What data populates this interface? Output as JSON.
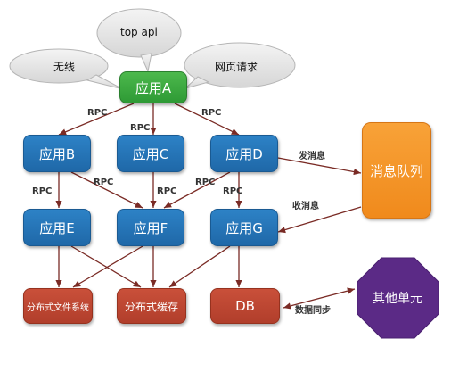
{
  "nodes": {
    "app_a": "应用A",
    "app_b": "应用B",
    "app_c": "应用C",
    "app_d": "应用D",
    "app_e": "应用E",
    "app_f": "应用F",
    "app_g": "应用G",
    "dist_fs": "分布式文件系统",
    "dist_cache": "分布式缓存",
    "db": "DB",
    "mq": "消息队列",
    "other_unit": "其他单元"
  },
  "bubbles": {
    "wireless": "无线",
    "top_api": "top api",
    "web_request": "网页请求"
  },
  "edge_labels": {
    "rpc_ab": "RPC",
    "rpc_ac": "RPC",
    "rpc_ad": "RPC",
    "rpc_be": "RPC",
    "rpc_bf": "RPC",
    "rpc_cf": "RPC",
    "rpc_df": "RPC",
    "rpc_dg": "RPC",
    "send_msg": "发消息",
    "recv_msg": "收消息",
    "data_sync": "数据同步"
  },
  "colors": {
    "arrow": "#7a2b25",
    "bubble_fill": "#e6e6e6",
    "octagon": "#5b2a86"
  }
}
